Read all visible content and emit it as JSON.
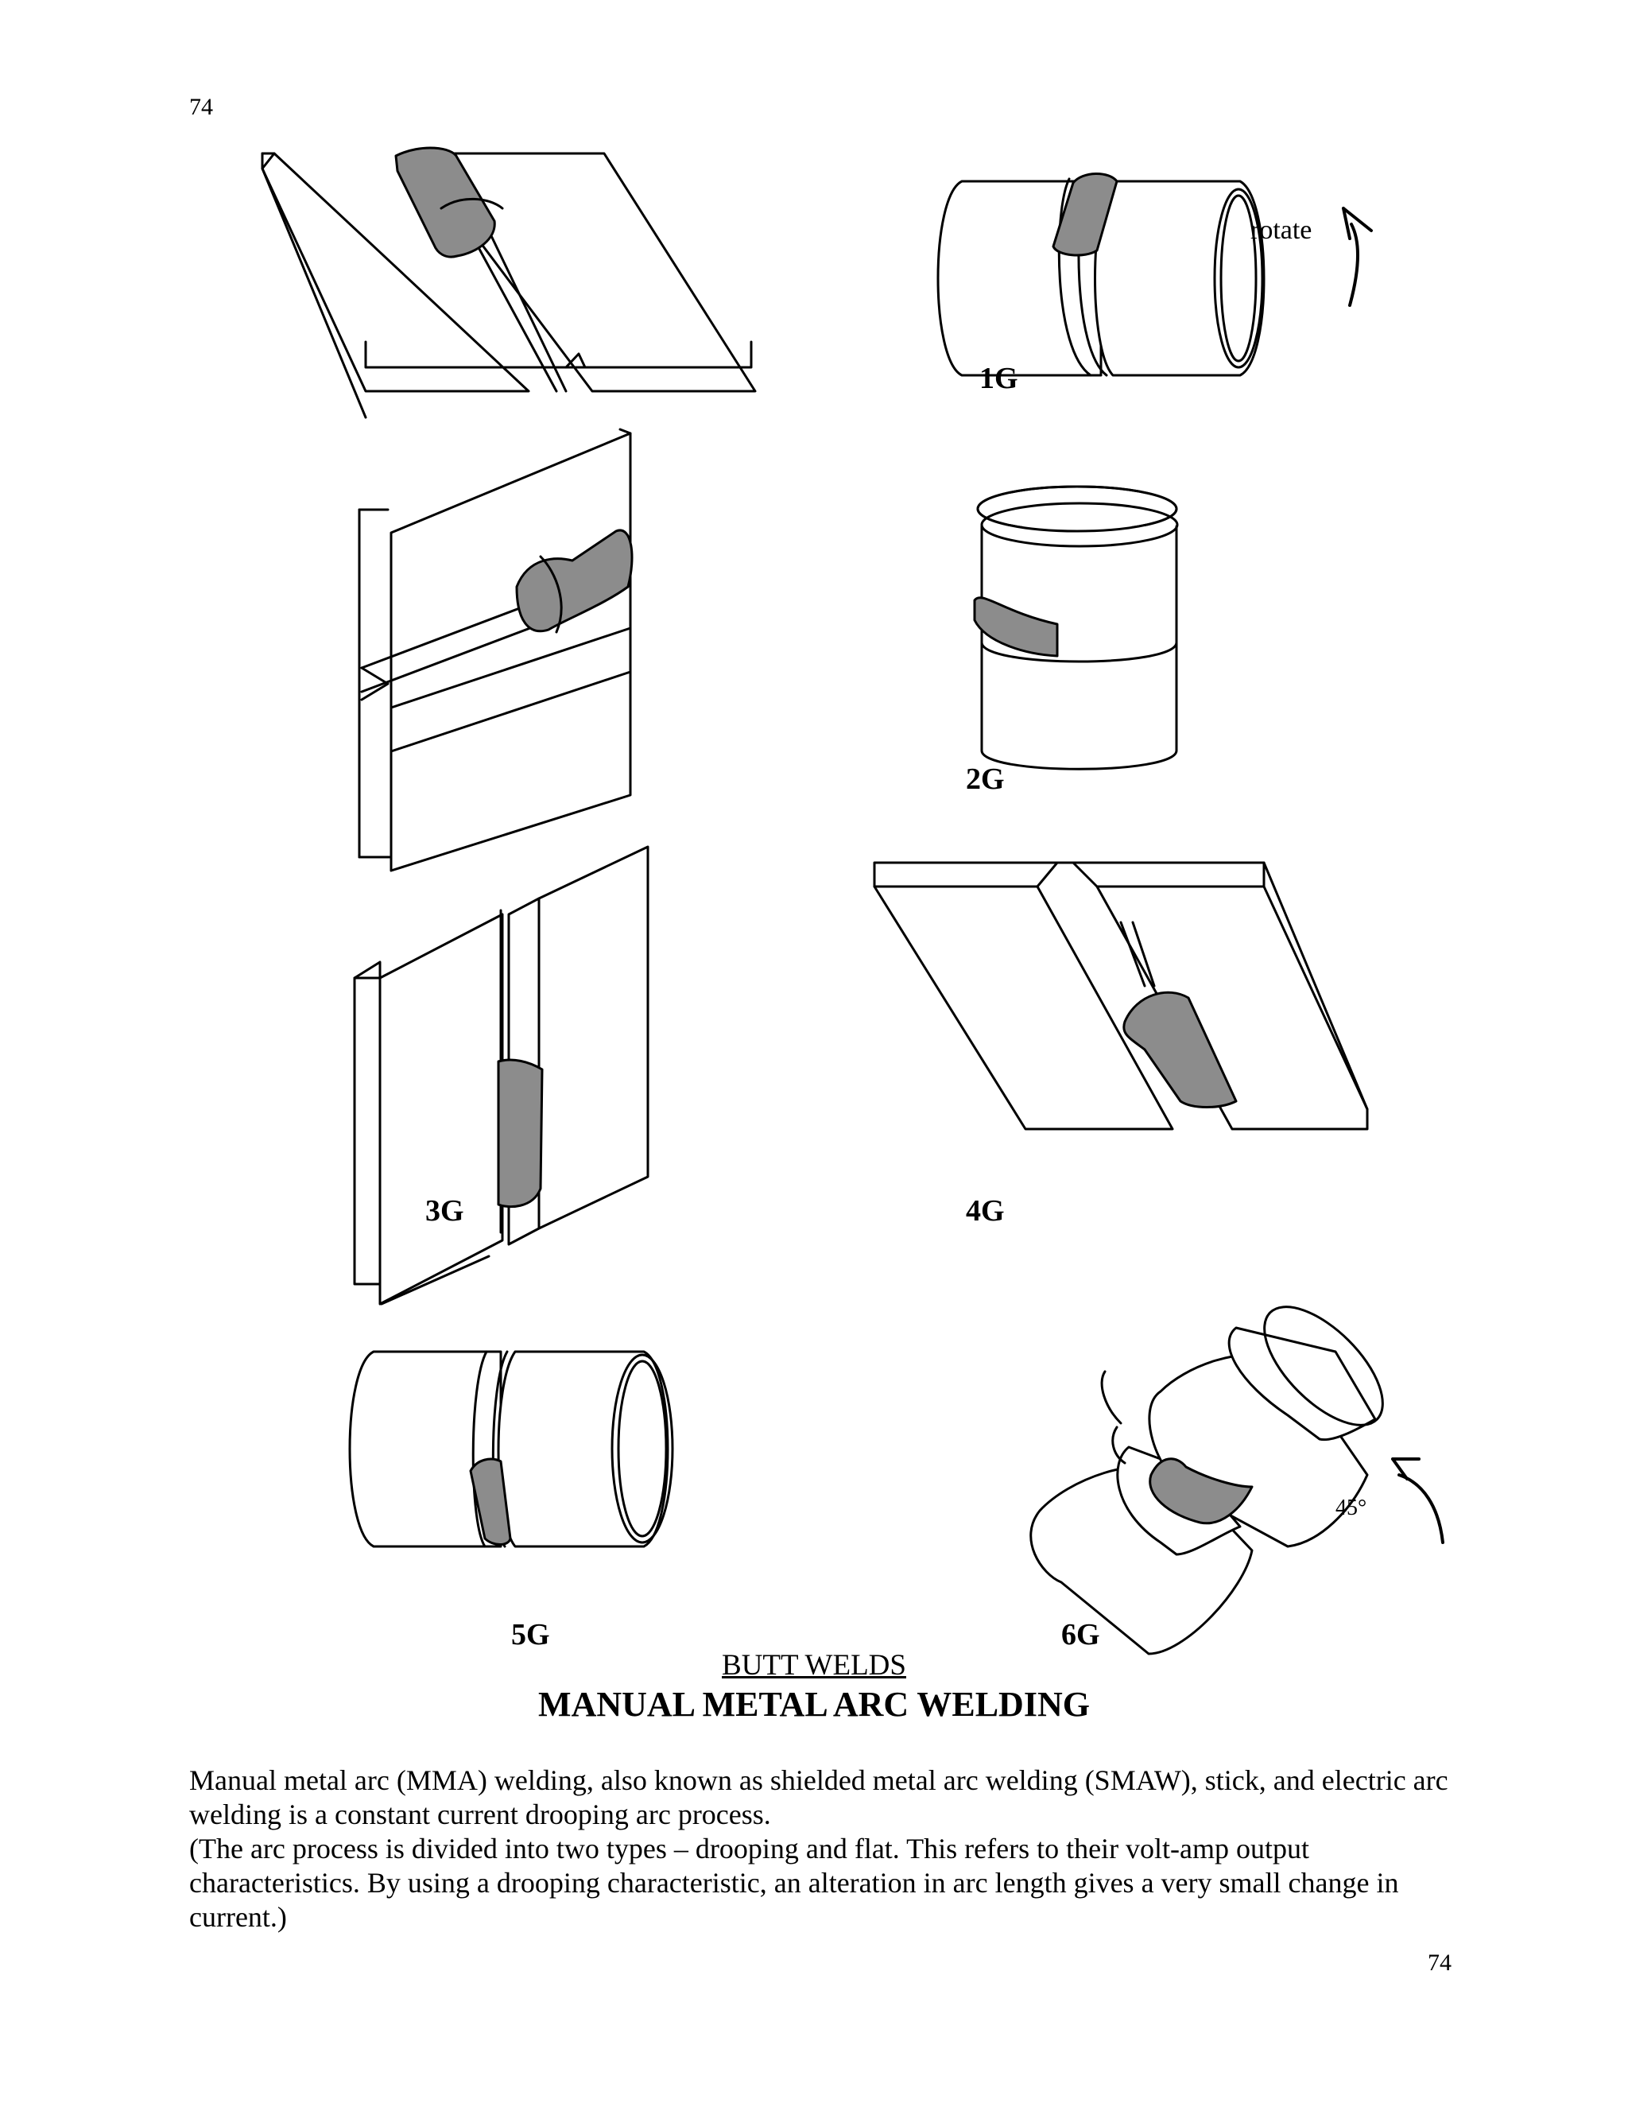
{
  "page": {
    "number_top": "74",
    "number_bottom": "74"
  },
  "figures": {
    "rotate_label": "rotate",
    "angle_label": "45°",
    "labels": {
      "p1g": "1G",
      "p2g": "2G",
      "p3g": "3G",
      "p4g": "4G",
      "p5g": "5G",
      "p6g": "6G"
    },
    "colors": {
      "weld": "#8c8c8c",
      "line": "#000000"
    }
  },
  "caption": {
    "subtitle": "BUTT WELDS",
    "title": "MANUAL METAL ARC WELDING"
  },
  "body": {
    "paragraph1": "Manual metal arc (MMA) welding, also known as shielded metal arc welding (SMAW), stick, and electric arc welding is a constant current drooping arc process.",
    "paragraph2": "(The arc process is divided into two types – drooping and flat. This refers to their volt-amp output characteristics. By using a drooping characteristic, an alteration in arc length gives a very small change in current.)"
  }
}
